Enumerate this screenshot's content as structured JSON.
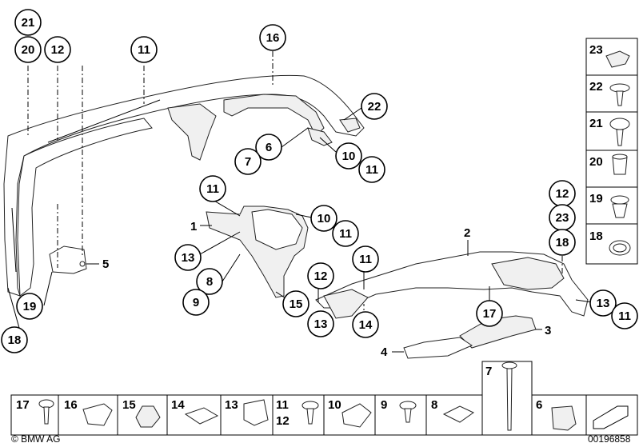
{
  "callouts": {
    "c21": "21",
    "c20": "20",
    "c12a": "12",
    "c11a": "11",
    "c16": "16",
    "c22": "22",
    "c6": "6",
    "c7": "7",
    "c10a": "10",
    "c11b": "11",
    "c11c": "11",
    "c10b": "10",
    "c11d": "11",
    "c13a": "13",
    "c8": "8",
    "c9": "9",
    "c15": "15",
    "c19": "19",
    "c18a": "18",
    "c12b": "12",
    "c13b": "13",
    "c11e": "11",
    "c14": "14",
    "c17": "17",
    "c12c": "12",
    "c23": "23",
    "c18b": "18",
    "c13c": "13",
    "c11f": "11"
  },
  "labels": {
    "l1": "1",
    "l2": "2",
    "l3": "3",
    "l4": "4",
    "l5": "5"
  },
  "right_column": [
    "23",
    "22",
    "21",
    "20",
    "19",
    "18"
  ],
  "bottom_row": {
    "c17": "17",
    "c16": "16",
    "c15": "15",
    "c14": "14",
    "c13": "13",
    "c11": "11",
    "c12": "12",
    "c10": "10",
    "c9": "9",
    "c8": "8",
    "c7": "7",
    "c6": "6"
  },
  "footer": {
    "brand": "© BMW AG",
    "doc_number": "00196858"
  }
}
